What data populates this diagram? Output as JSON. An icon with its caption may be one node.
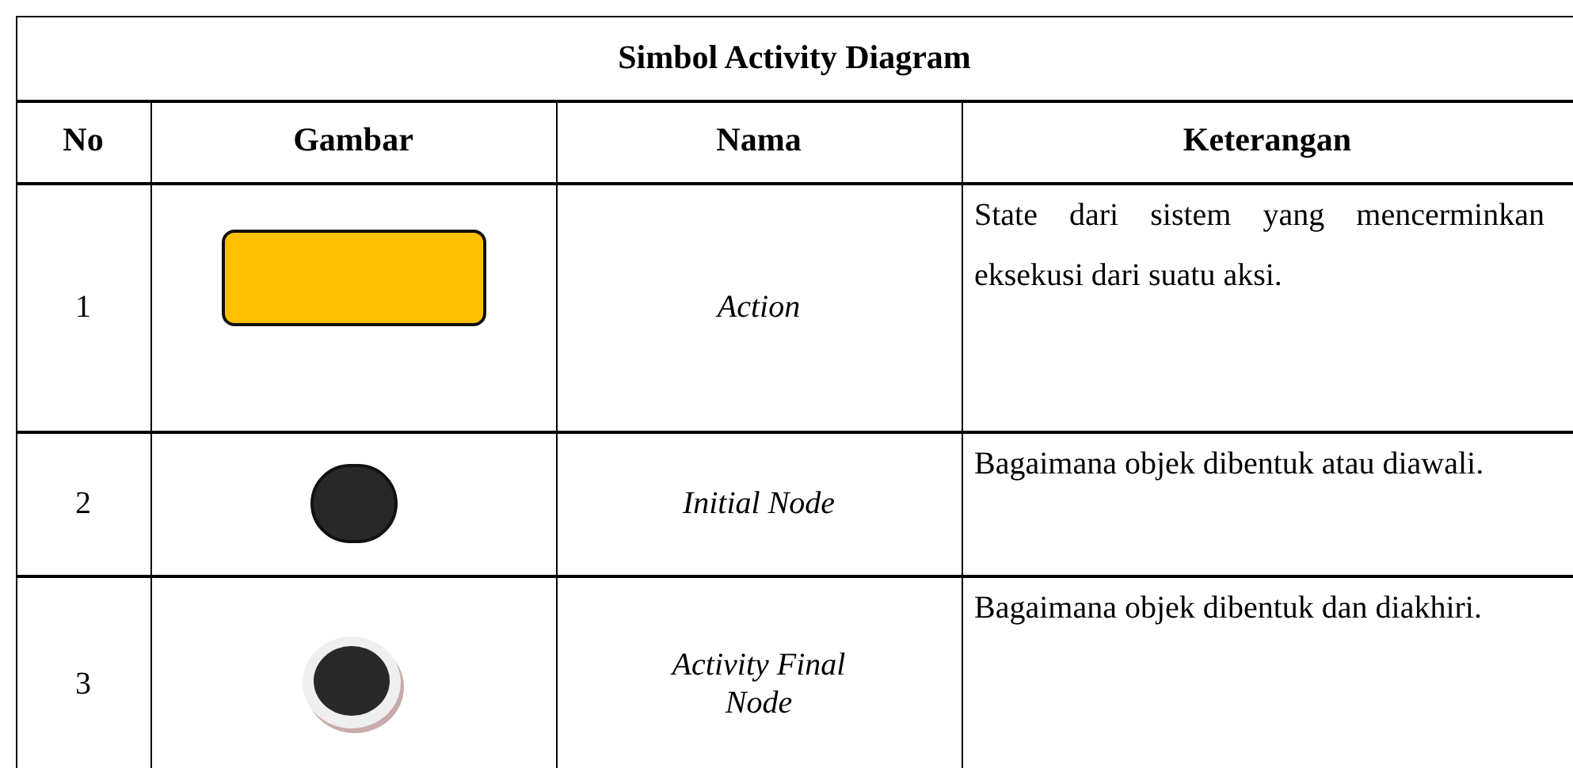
{
  "diagram": {
    "title": "Simbol Activity Diagram",
    "nodes": [
      {
        "text": [],
        "shape": "box"
      },
      {
        "text": [],
        "shape": "circle"
      },
      {
        "text": [],
        "shape": "bullseye"
      }
    ],
    "labels": [
      "No",
      "Gambar",
      "Nama",
      "Keterangan",
      "1",
      "Action",
      "State dari sistem yang mencerminkan eksekusi dari suatu aksi.",
      "2",
      "Initial Node",
      "Bagaimana objek dibentuk atau diawali.",
      "3",
      "Activity Final Node",
      "Bagaimana objek dibentuk dan diakhiri."
    ]
  }
}
